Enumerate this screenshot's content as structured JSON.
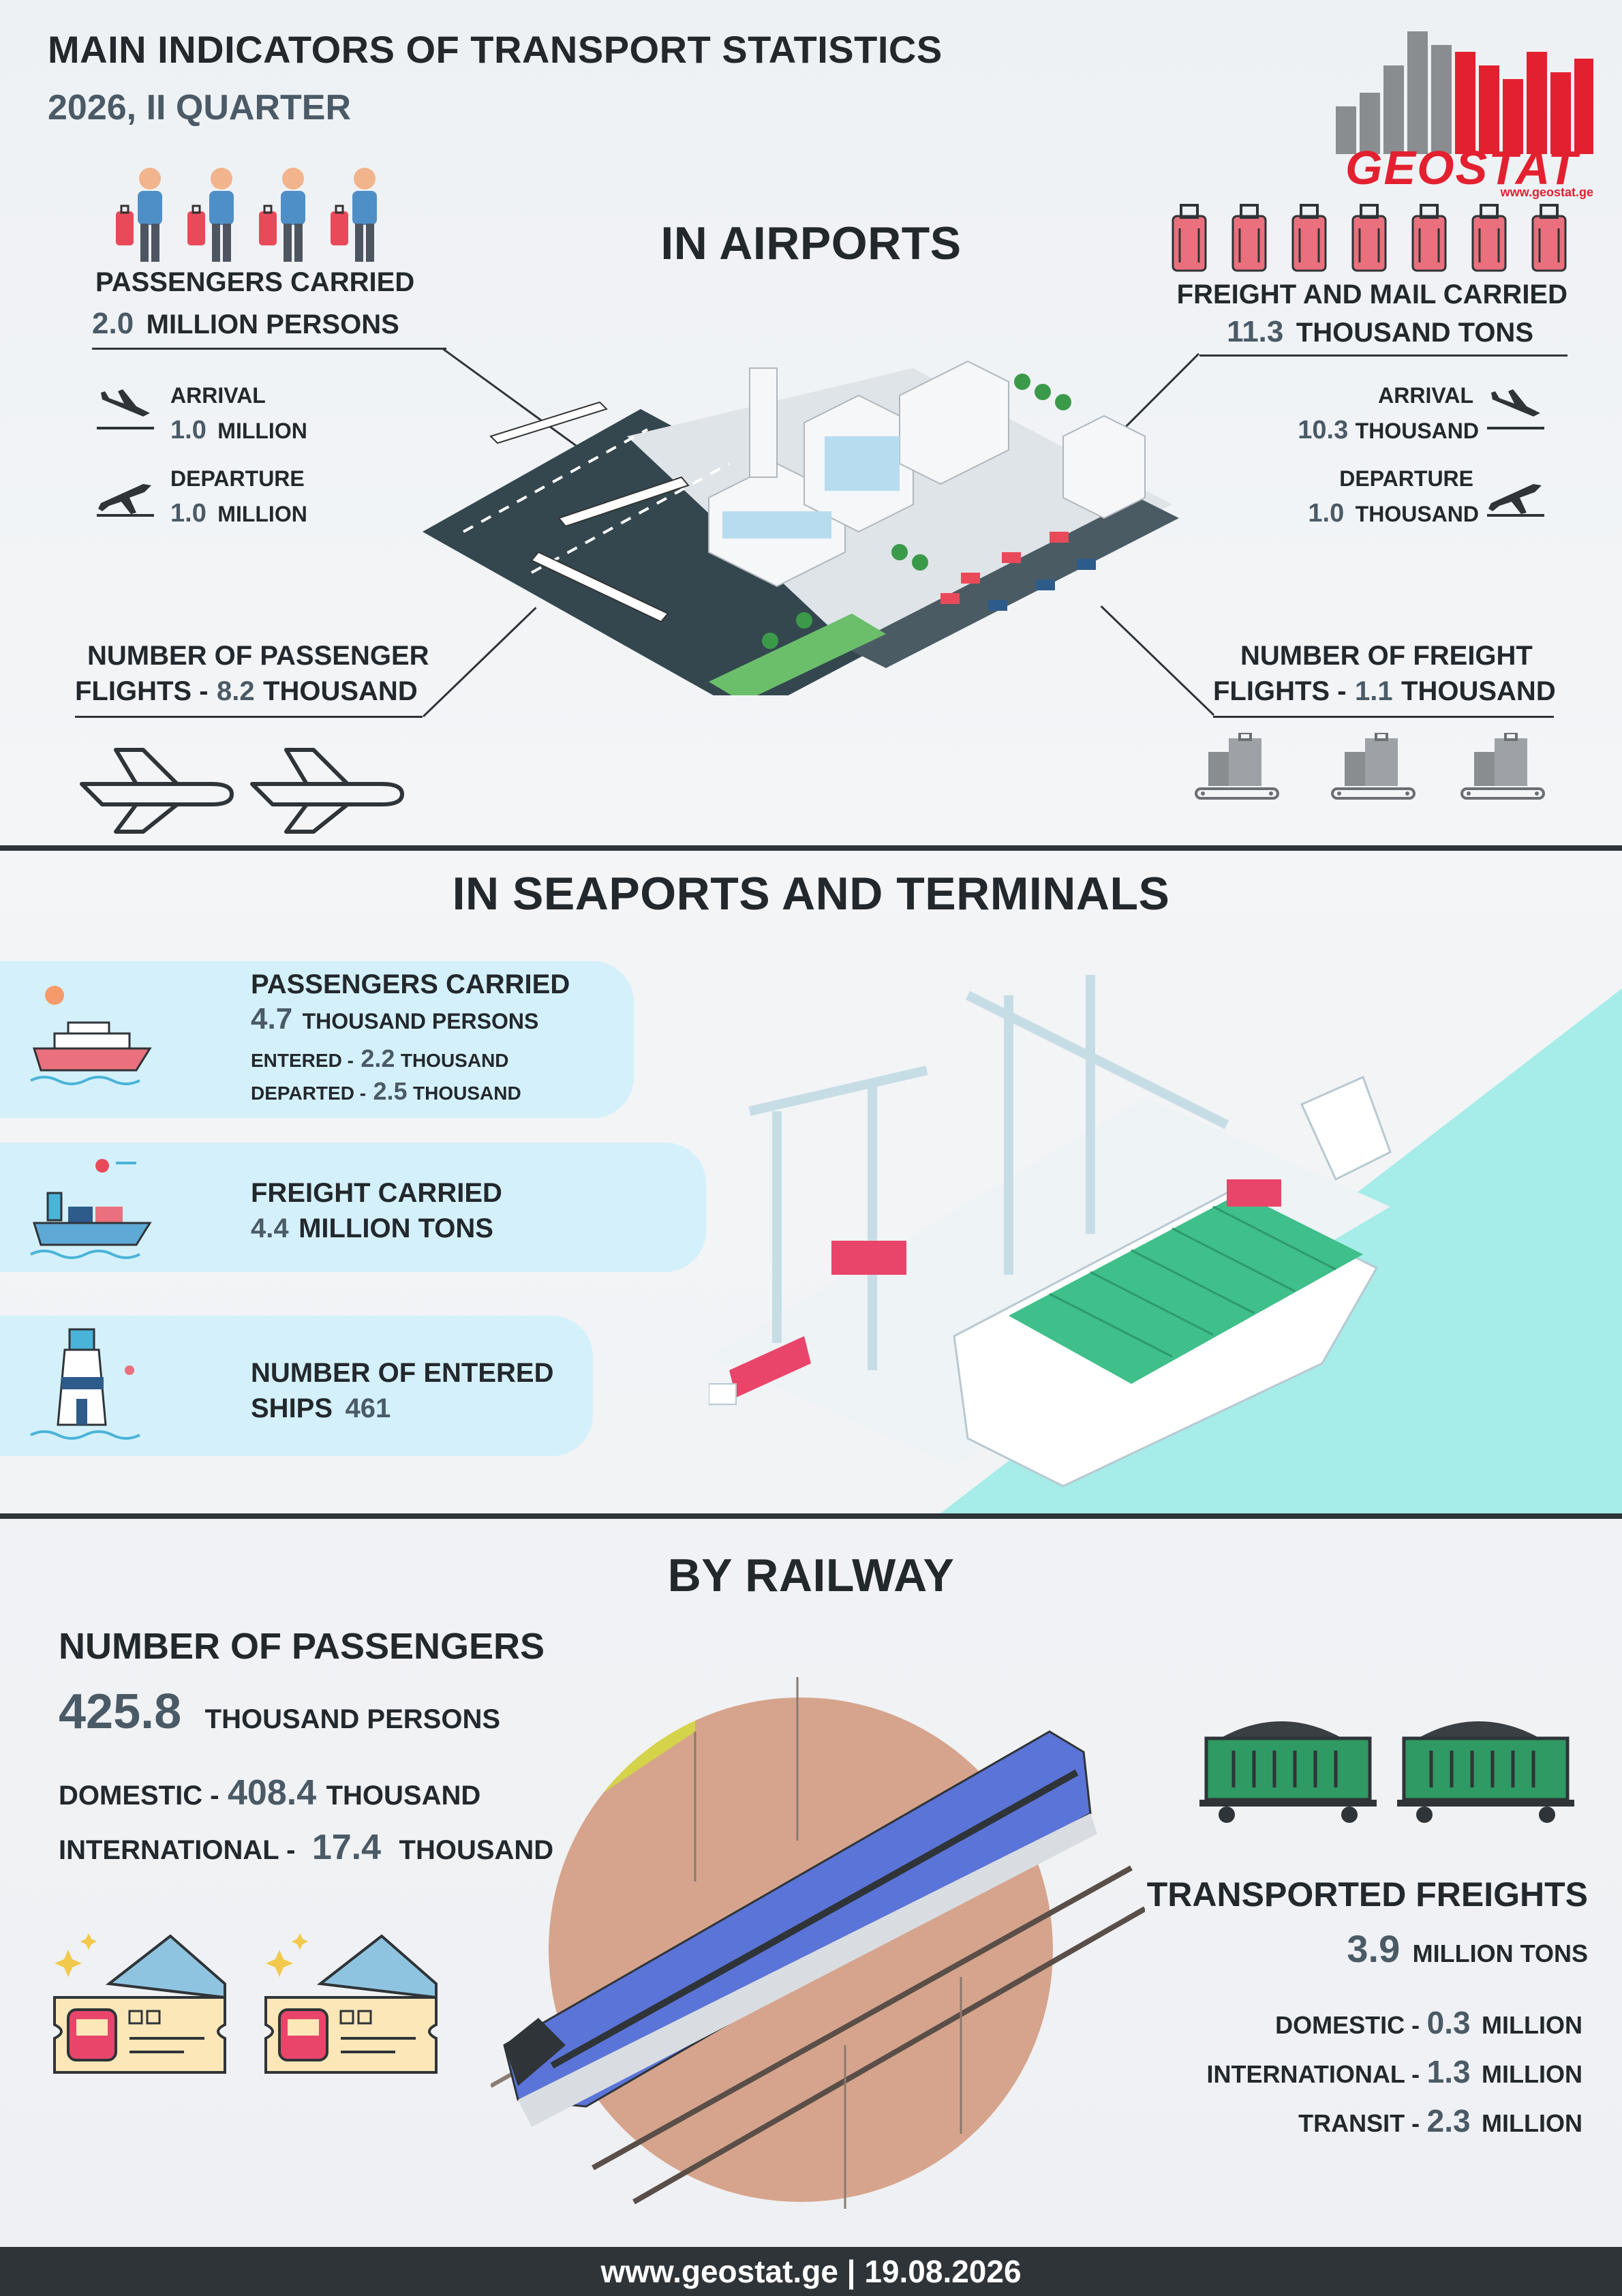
{
  "header": {
    "title": "MAIN INDICATORS OF TRANSPORT STATISTICS",
    "subtitle": "2026, II QUARTER",
    "logo_text": "GEOSTAT",
    "logo_url": "www.geostat.ge"
  },
  "airports": {
    "heading": "IN AIRPORTS",
    "passengers_label": "PASSENGERS CARRIED",
    "passengers_value": "2.0",
    "passengers_unit": "MILLION PERSONS",
    "pass_arrival_label": "ARRIVAL",
    "pass_arrival_value": "1.0",
    "pass_arrival_unit": "MILLION",
    "pass_departure_label": "DEPARTURE",
    "pass_departure_value": "1.0",
    "pass_departure_unit": "MILLION",
    "freight_label": "FREIGHT AND MAIL CARRIED",
    "freight_value": "11.3",
    "freight_unit": "THOUSAND TONS",
    "fr_arrival_label": "ARRIVAL",
    "fr_arrival_value": "10.3",
    "fr_arrival_unit": "THOUSAND",
    "fr_departure_label": "DEPARTURE",
    "fr_departure_value": "1.0",
    "fr_departure_unit": "THOUSAND",
    "pass_flights_line1": "NUMBER OF PASSENGER",
    "pass_flights_line2": "FLIGHTS  -",
    "pass_flights_value": "8.2",
    "pass_flights_unit": "THOUSAND",
    "freight_flights_line1": "NUMBER OF FREIGHT",
    "freight_flights_line2": "FLIGHTS  -",
    "freight_flights_value": "1.1",
    "freight_flights_unit": "THOUSAND"
  },
  "seaports": {
    "heading": "IN SEAPORTS AND TERMINALS",
    "pass_label": "PASSENGERS CARRIED",
    "pass_value": "4.7",
    "pass_unit": "THOUSAND PERSONS",
    "entered_label": "ENTERED  -",
    "entered_value": "2.2",
    "entered_unit": "THOUSAND",
    "departed_label": "DEPARTED  -",
    "departed_value": "2.5",
    "departed_unit": "THOUSAND",
    "freight_label": "FREIGHT CARRIED",
    "freight_value": "4.4",
    "freight_unit": "MILLION TONS",
    "ships_line1": "NUMBER OF ENTERED",
    "ships_line2": "SHIPS",
    "ships_value": "461"
  },
  "railway": {
    "heading": "BY RAILWAY",
    "pass_label": "NUMBER OF PASSENGERS",
    "pass_value": "425.8",
    "pass_unit": "THOUSAND PERSONS",
    "domestic_label": "DOMESTIC -",
    "domestic_value": "408.4",
    "domestic_unit": "THOUSAND",
    "intl_label": "INTERNATIONAL -",
    "intl_value": "17.4",
    "intl_unit": "THOUSAND",
    "freight_label": "TRANSPORTED FREIGHTS",
    "freight_value": "3.9",
    "freight_unit": "MILLION TONS",
    "fr_domestic_label": "DOMESTIC -",
    "fr_domestic_value": "0.3",
    "fr_domestic_unit": "MILLION",
    "fr_intl_label": "INTERNATIONAL -",
    "fr_intl_value": "1.3",
    "fr_intl_unit": "MILLION",
    "fr_transit_label": "TRANSIT -",
    "fr_transit_value": "2.3",
    "fr_transit_unit": "MILLION"
  },
  "footer": {
    "text": "www.geostat.ge | 19.08.2026"
  },
  "colors": {
    "dark": "#23282d",
    "value": "#4a5a66",
    "brand_red": "#e3202f",
    "brand_grey": "#8a8d90",
    "box": "#d4f1fb",
    "container_green": "#3fbf8a"
  }
}
